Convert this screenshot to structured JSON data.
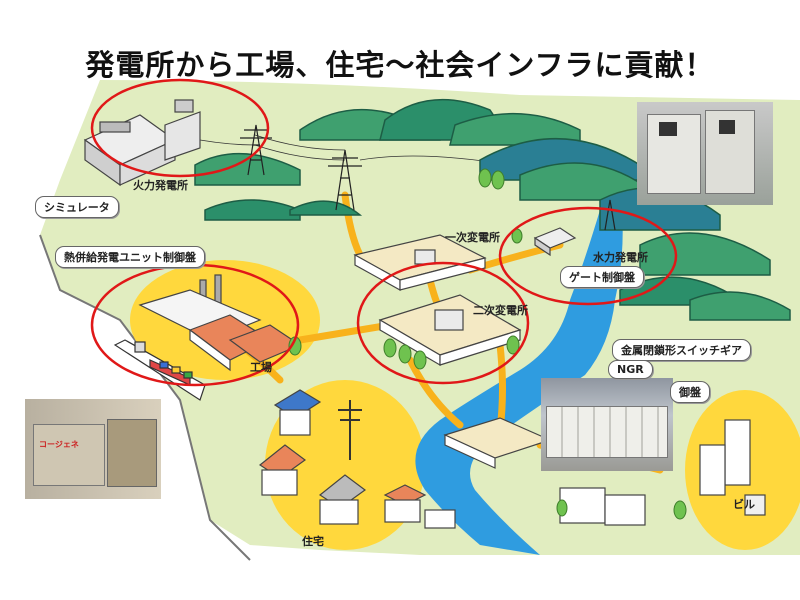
{
  "title": "発電所から工場、住宅〜社会インフラに貢献！",
  "labels": {
    "thermal": "火力発電所",
    "primary": "一次変電所",
    "secondary": "二次変電所",
    "hydro": "水力発電所",
    "factory": "工場",
    "house": "住宅",
    "building": "ビル"
  },
  "boxes": {
    "simulator": "シミュレータ",
    "cogen": "熱併給発電ユニット制御盤",
    "gate": "ゲート制御盤",
    "switchgear": "金属閉鎖形スイッチギア",
    "ngr": "NGR",
    "panel_partial": "御盤"
  },
  "photo_text": {
    "cogen_unit": "コージェネ"
  },
  "colors": {
    "river": "#2f9ce0",
    "land": "#e1edc0",
    "power_line": "#f8b21c",
    "yellow_zone": "#ffd83d",
    "highlight_circle": "#e01818",
    "mountain": "#2b8f6a"
  }
}
